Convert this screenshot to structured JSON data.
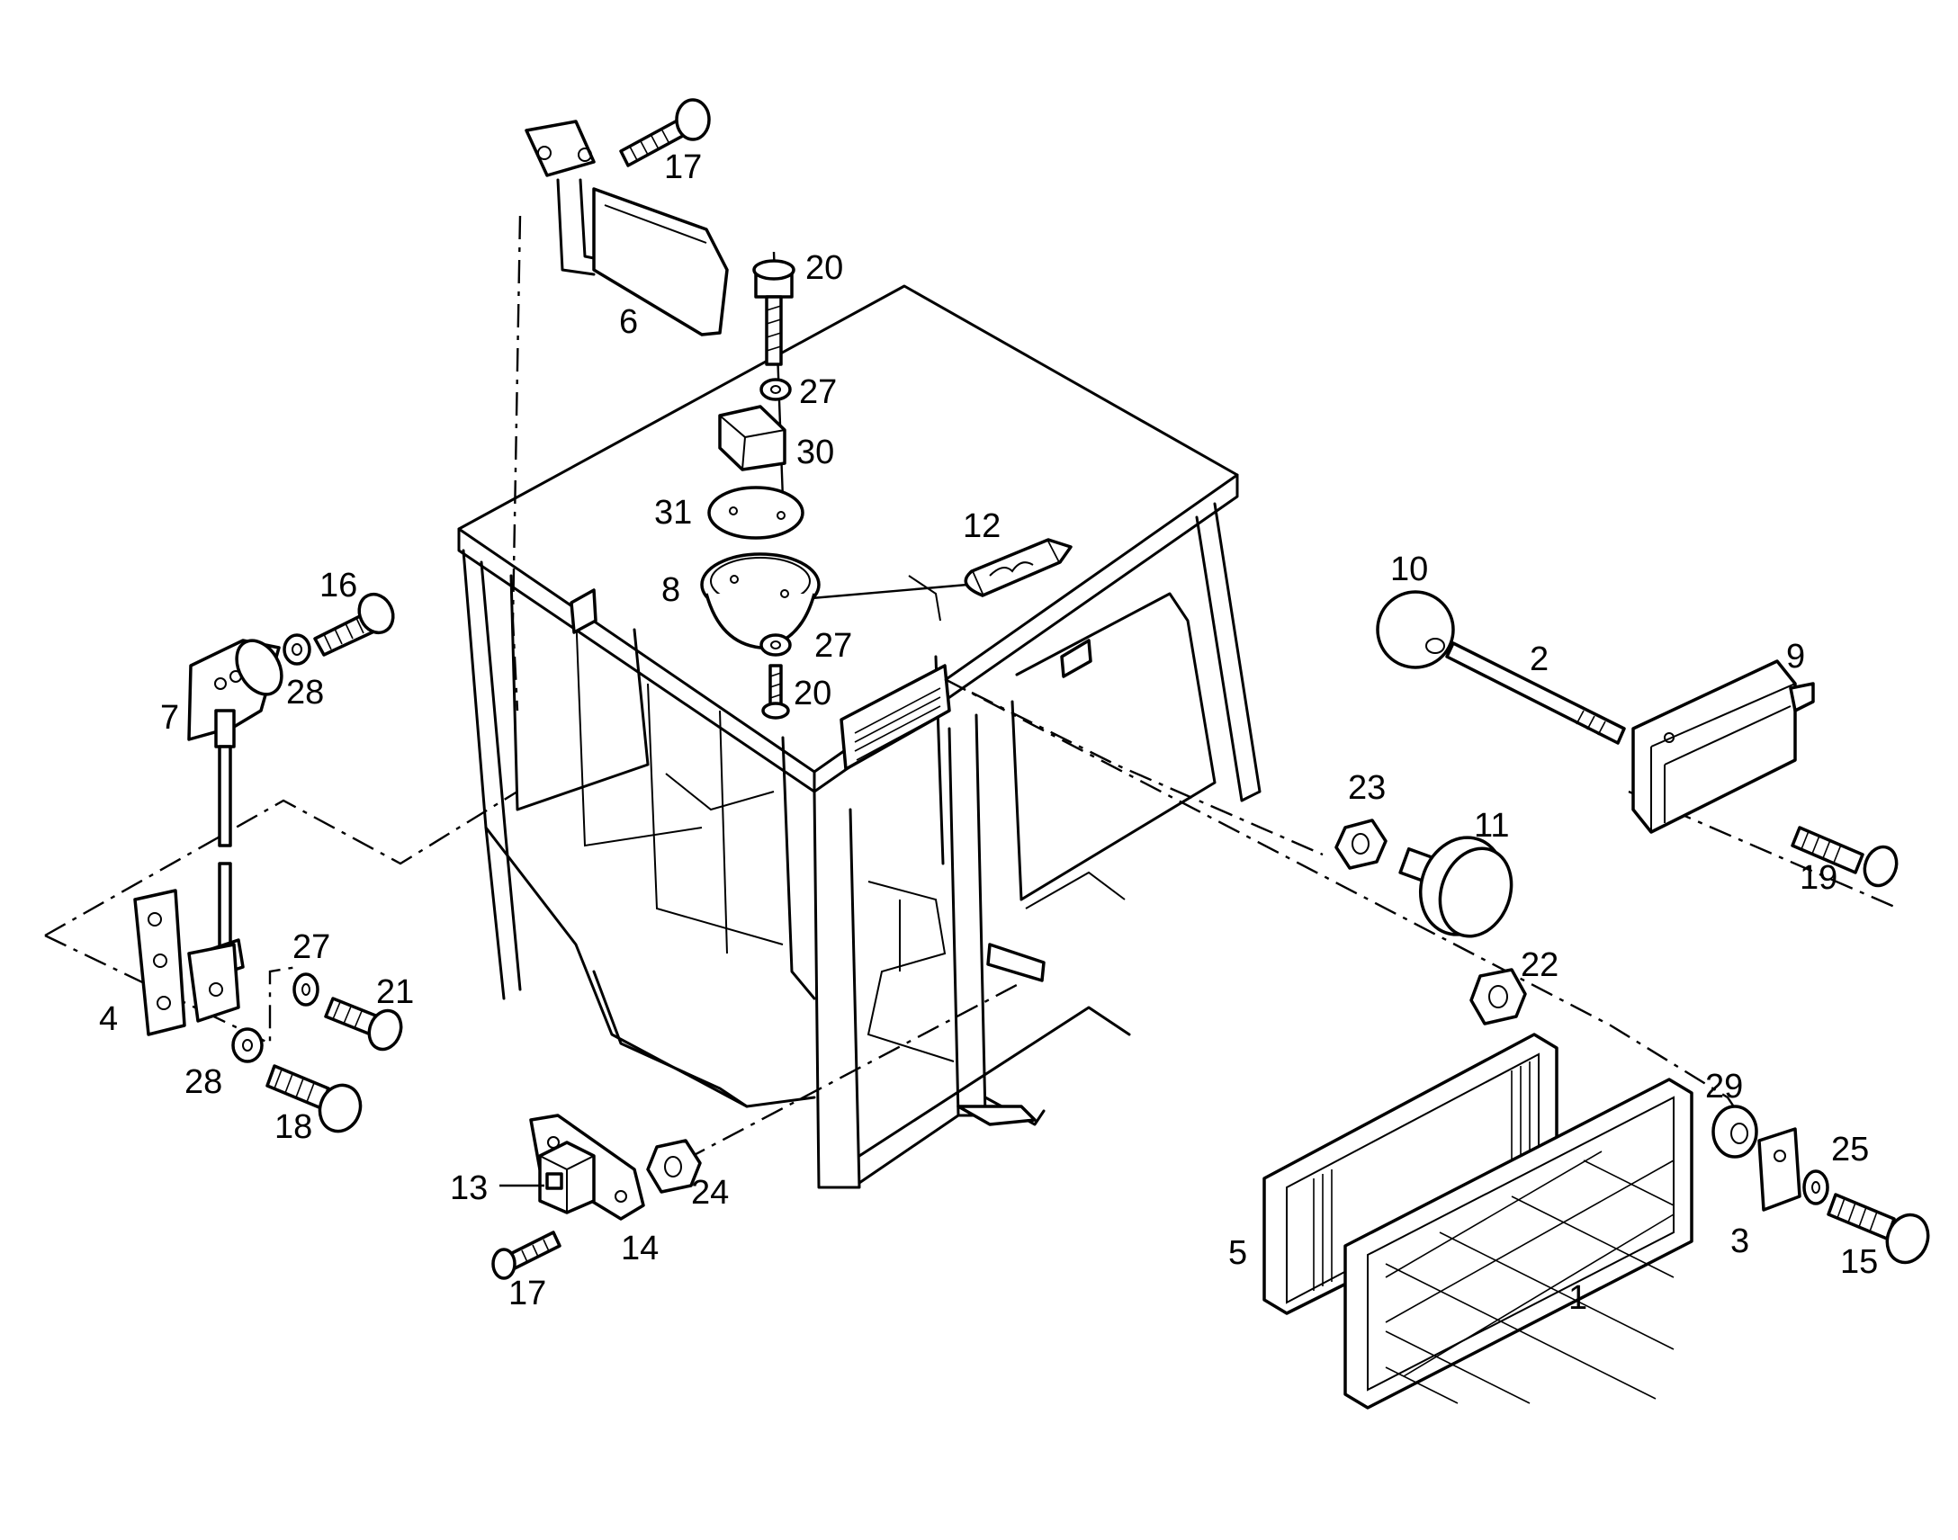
{
  "diagram": {
    "type": "exploded-parts-view",
    "callouts": [
      {
        "id": "c1",
        "text": "1"
      },
      {
        "id": "c2",
        "text": "2"
      },
      {
        "id": "c3",
        "text": "3"
      },
      {
        "id": "c4",
        "text": "4"
      },
      {
        "id": "c5",
        "text": "5"
      },
      {
        "id": "c6",
        "text": "6"
      },
      {
        "id": "c7",
        "text": "7"
      },
      {
        "id": "c8",
        "text": "8"
      },
      {
        "id": "c9",
        "text": "9"
      },
      {
        "id": "c10",
        "text": "10"
      },
      {
        "id": "c11",
        "text": "11"
      },
      {
        "id": "c12",
        "text": "12"
      },
      {
        "id": "c13",
        "text": "13"
      },
      {
        "id": "c14",
        "text": "14"
      },
      {
        "id": "c15",
        "text": "15"
      },
      {
        "id": "c16",
        "text": "16"
      },
      {
        "id": "c17a",
        "text": "17"
      },
      {
        "id": "c17b",
        "text": "17"
      },
      {
        "id": "c18",
        "text": "18"
      },
      {
        "id": "c19",
        "text": "19"
      },
      {
        "id": "c20a",
        "text": "20"
      },
      {
        "id": "c20b",
        "text": "20"
      },
      {
        "id": "c21",
        "text": "21"
      },
      {
        "id": "c22",
        "text": "22"
      },
      {
        "id": "c23",
        "text": "23"
      },
      {
        "id": "c24",
        "text": "24"
      },
      {
        "id": "c25",
        "text": "25"
      },
      {
        "id": "c27a",
        "text": "27"
      },
      {
        "id": "c27b",
        "text": "27"
      },
      {
        "id": "c27c",
        "text": "27"
      },
      {
        "id": "c28a",
        "text": "28"
      },
      {
        "id": "c28b",
        "text": "28"
      },
      {
        "id": "c29",
        "text": "29"
      },
      {
        "id": "c30",
        "text": "30"
      },
      {
        "id": "c31",
        "text": "31"
      }
    ]
  }
}
